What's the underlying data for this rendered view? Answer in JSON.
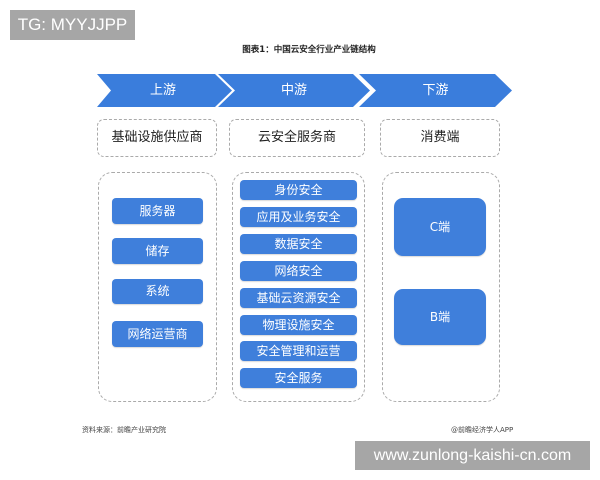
{
  "watermark_top": "TG: MYYJJPP",
  "title": "图表1：中国云安全行业产业链结构",
  "stages": [
    {
      "label": "上游",
      "header": "基础设施供应商",
      "items": [
        "服务器",
        "储存",
        "系统",
        "网络运营商"
      ]
    },
    {
      "label": "中游",
      "header": "云安全服务商",
      "items": [
        "身份安全",
        "应用及业务安全",
        "数据安全",
        "网络安全",
        "基础云资源安全",
        "物理设施安全",
        "安全管理和运营",
        "安全服务"
      ]
    },
    {
      "label": "下游",
      "header": "消费端",
      "items": [
        "C端",
        "B端"
      ]
    }
  ],
  "colors": {
    "accent": "#3f7fdb",
    "chevron": "#3a7ddc"
  },
  "footer": {
    "source": "资料来源：前瞻产业研究院",
    "credit": "@前瞻经济学人APP"
  },
  "watermark_bottom": "www.zunlong-kaishi-cn.com"
}
